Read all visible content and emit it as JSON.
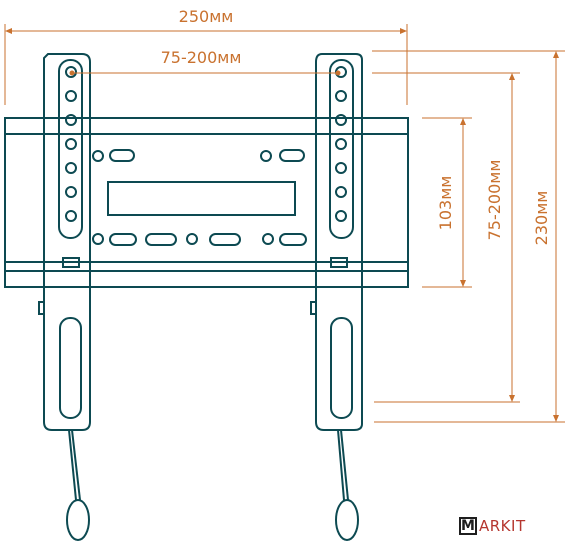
{
  "colors": {
    "outline": "#0d4a52",
    "dimension": "#c9722f",
    "brand_dark": "#1e1e1e",
    "brand_red": "#b5362f"
  },
  "dimensions": {
    "overall_width": "250мм",
    "hole_spacing_horizontal": "75-200мм",
    "rail_height": "103мм",
    "hole_spacing_vertical": "75-200мм",
    "overall_height": "230мм"
  },
  "brand": {
    "first_letter": "M",
    "rest": "ARKIT"
  }
}
